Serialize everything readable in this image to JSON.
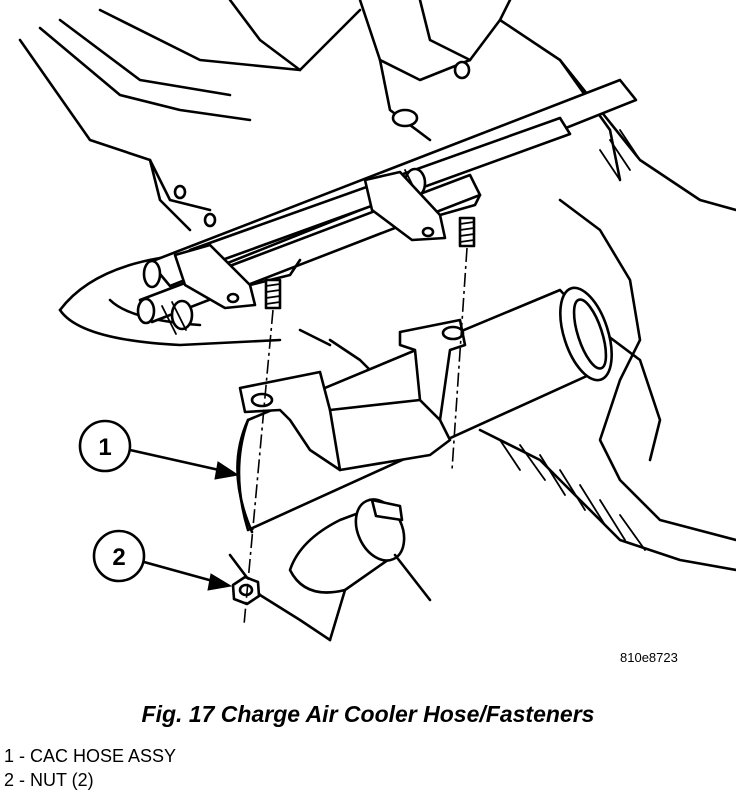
{
  "figure": {
    "image_code": "810e8723",
    "caption": "Fig. 17 Charge Air Cooler Hose/Fasteners",
    "callouts": [
      {
        "number": "1"
      },
      {
        "number": "2"
      }
    ],
    "legend": [
      {
        "text": "1 - CAC HOSE ASSY"
      },
      {
        "text": "2 - NUT (2)"
      }
    ]
  }
}
